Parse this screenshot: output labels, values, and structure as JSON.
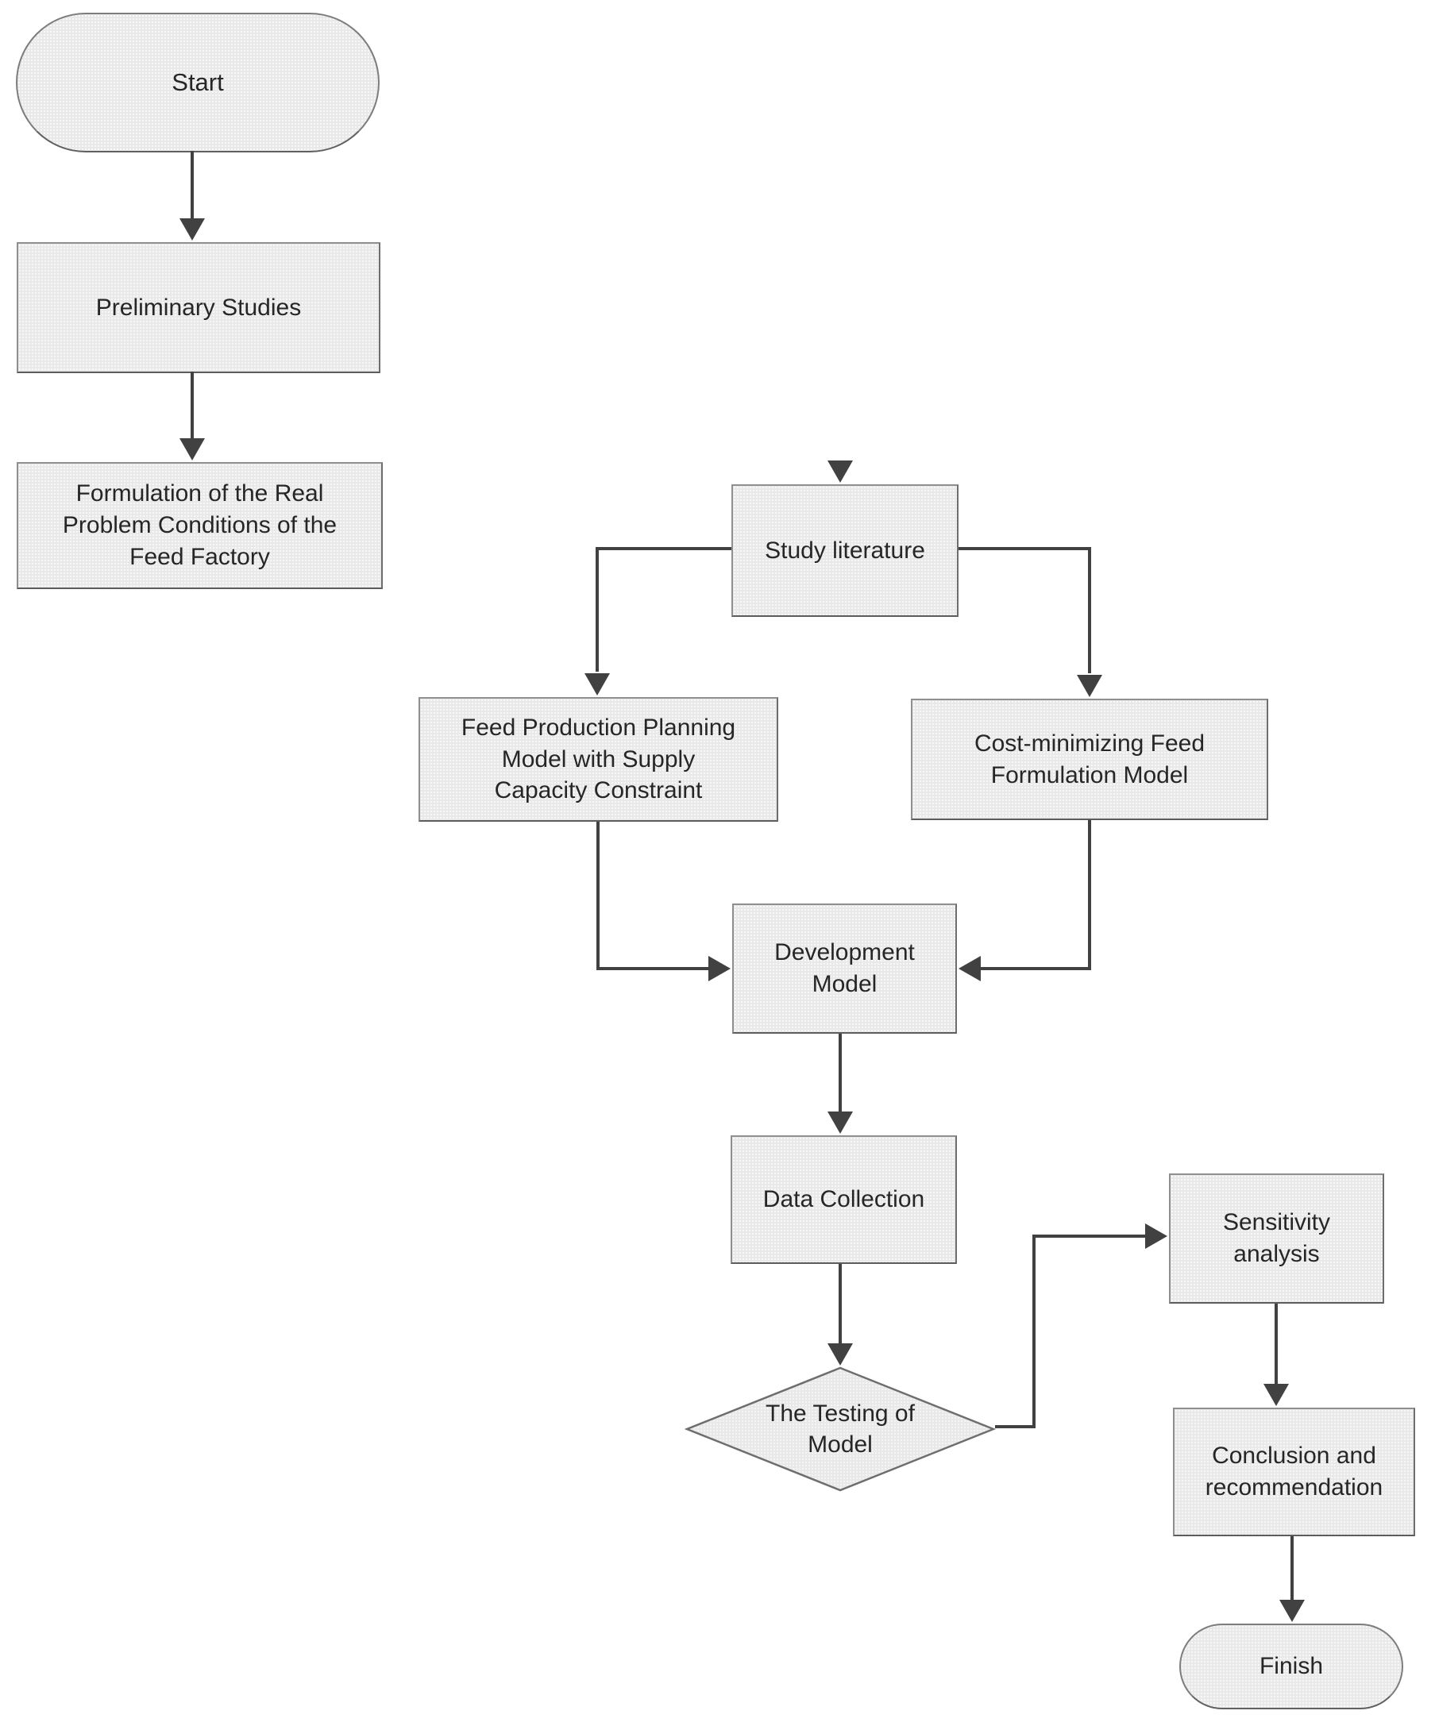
{
  "figure": {
    "type": "flowchart",
    "background": "#ffffff"
  },
  "palette": {
    "node_fill": "#e9e9e9",
    "node_border": "#8f8f8f",
    "node_border_dark": "#5c5c5c",
    "connector": "#414141",
    "text": "#262626"
  },
  "nodes": {
    "start": {
      "label": "Start",
      "shape": "terminator"
    },
    "preliminary": {
      "label": "Preliminary Studies",
      "shape": "process"
    },
    "formulation": {
      "label": "Formulation of the Real\nProblem Conditions of the\nFeed Factory",
      "shape": "process"
    },
    "study_literature": {
      "label": "Study literature",
      "shape": "process"
    },
    "feed_production": {
      "label": "Feed Production Planning\nModel with Supply\nCapacity Constraint",
      "shape": "process"
    },
    "cost_minimizing": {
      "label": "Cost-minimizing Feed\nFormulation Model",
      "shape": "process"
    },
    "development": {
      "label": "Development\nModel",
      "shape": "process"
    },
    "data_collection": {
      "label": "Data Collection",
      "shape": "process"
    },
    "testing": {
      "label": "The Testing of\nModel",
      "shape": "decision"
    },
    "sensitivity": {
      "label": "Sensitivity\nanalysis",
      "shape": "process"
    },
    "conclusion": {
      "label": "Conclusion and\nrecommendation",
      "shape": "process"
    },
    "finish": {
      "label": "Finish",
      "shape": "terminator"
    }
  },
  "edges": [
    {
      "from": "start",
      "to": "preliminary"
    },
    {
      "from": "preliminary",
      "to": "formulation"
    },
    {
      "from": null,
      "to": "study_literature"
    },
    {
      "from": "study_literature",
      "to": "feed_production"
    },
    {
      "from": "study_literature",
      "to": "cost_minimizing"
    },
    {
      "from": "feed_production",
      "to": "development"
    },
    {
      "from": "cost_minimizing",
      "to": "development"
    },
    {
      "from": "development",
      "to": "data_collection"
    },
    {
      "from": "data_collection",
      "to": "testing"
    },
    {
      "from": "testing",
      "to": "sensitivity"
    },
    {
      "from": "sensitivity",
      "to": "conclusion"
    },
    {
      "from": "conclusion",
      "to": "finish"
    }
  ]
}
